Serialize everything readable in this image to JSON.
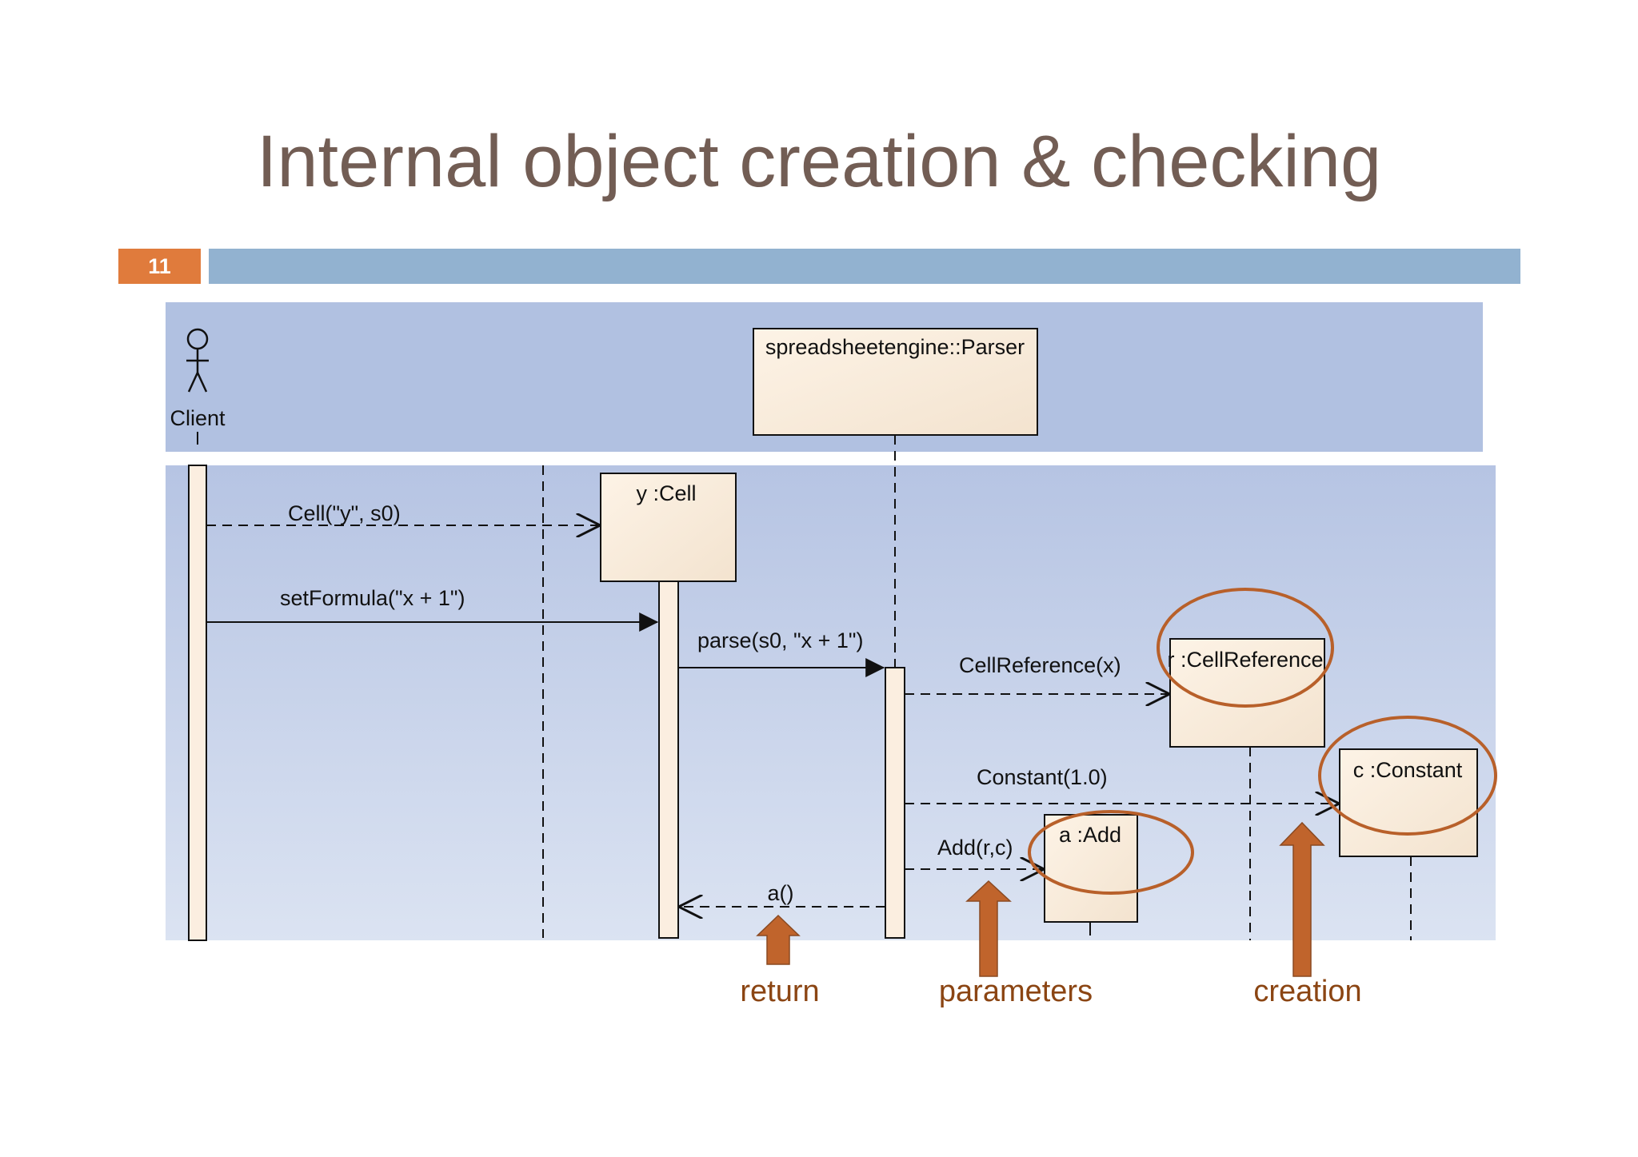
{
  "slide": {
    "title": "Internal object creation & checking",
    "page_number": "11"
  },
  "diagram": {
    "actor": {
      "label": "Client"
    },
    "lifelines": {
      "parser": "spreadsheetengine::Parser",
      "cell": "y :Cell",
      "cellref": "r :CellReference",
      "constant": "c :Constant",
      "add": "a :Add"
    },
    "messages": {
      "create_cell": "Cell(\"y\", s0)",
      "set_formula": "setFormula(\"x + 1\")",
      "parse": "parse(s0, \"x + 1\")",
      "create_cellref": "CellReference(x)",
      "create_constant": "Constant(1.0)",
      "create_add": "Add(r,c)",
      "return": "a()"
    }
  },
  "annotations": {
    "return": "return",
    "parameters": "parameters",
    "creation": "creation"
  },
  "colors": {
    "title": "#725d54",
    "page_badge": "#e07b3c",
    "header_bar": "#92b2d0",
    "diagram_bg": "#b4c3e3",
    "lifeline_box": "#fbeee0",
    "highlight": "#b8602a",
    "caption": "#8b4513"
  }
}
